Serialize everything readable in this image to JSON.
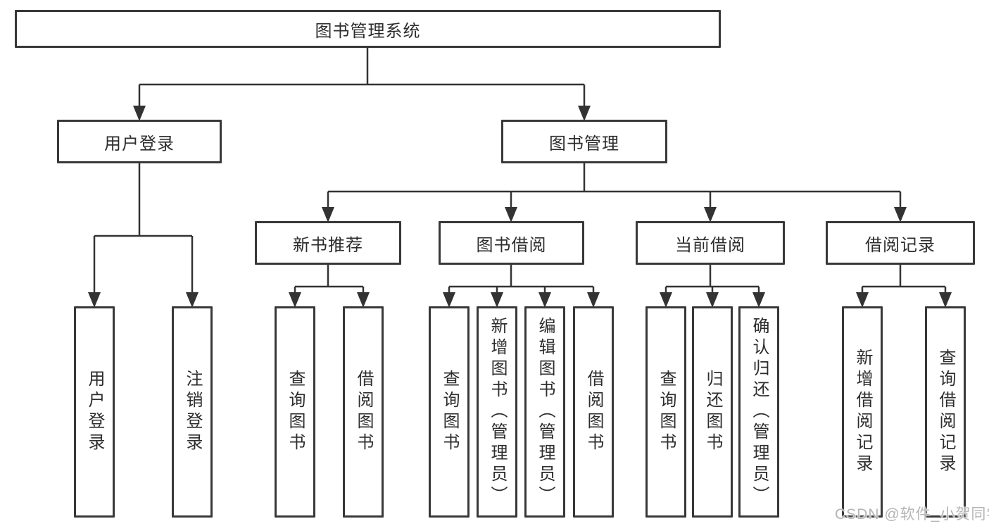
{
  "colors": {
    "box_border": "#383838",
    "box_fill": "#ffffff",
    "text": "#2d2d2d",
    "connector": "#333333",
    "watermark": "#b5b5b5"
  },
  "tree": {
    "root": {
      "label": "图书管理系统"
    },
    "branches": [
      {
        "label": "用户登录",
        "children": [
          {
            "label": "用户登录"
          },
          {
            "label": "注销登录"
          }
        ]
      },
      {
        "label": "图书管理",
        "children": [
          {
            "label": "新书推荐",
            "children": [
              {
                "label": "查询图书"
              },
              {
                "label": "借阅图书"
              }
            ]
          },
          {
            "label": "图书借阅",
            "children": [
              {
                "label": "查询图书"
              },
              {
                "label": "新增图书（管理员）"
              },
              {
                "label": "编辑图书（管理员）"
              },
              {
                "label": "借阅图书"
              }
            ]
          },
          {
            "label": "当前借阅",
            "children": [
              {
                "label": "查询图书"
              },
              {
                "label": "归还图书"
              },
              {
                "label": "确认归还（管理员）"
              }
            ]
          },
          {
            "label": "借阅记录",
            "children": [
              {
                "label": "新增借阅记录"
              },
              {
                "label": "查询借阅记录"
              }
            ]
          }
        ]
      }
    ]
  },
  "watermark": {
    "text": "CSDN @软件_小贺同学"
  }
}
